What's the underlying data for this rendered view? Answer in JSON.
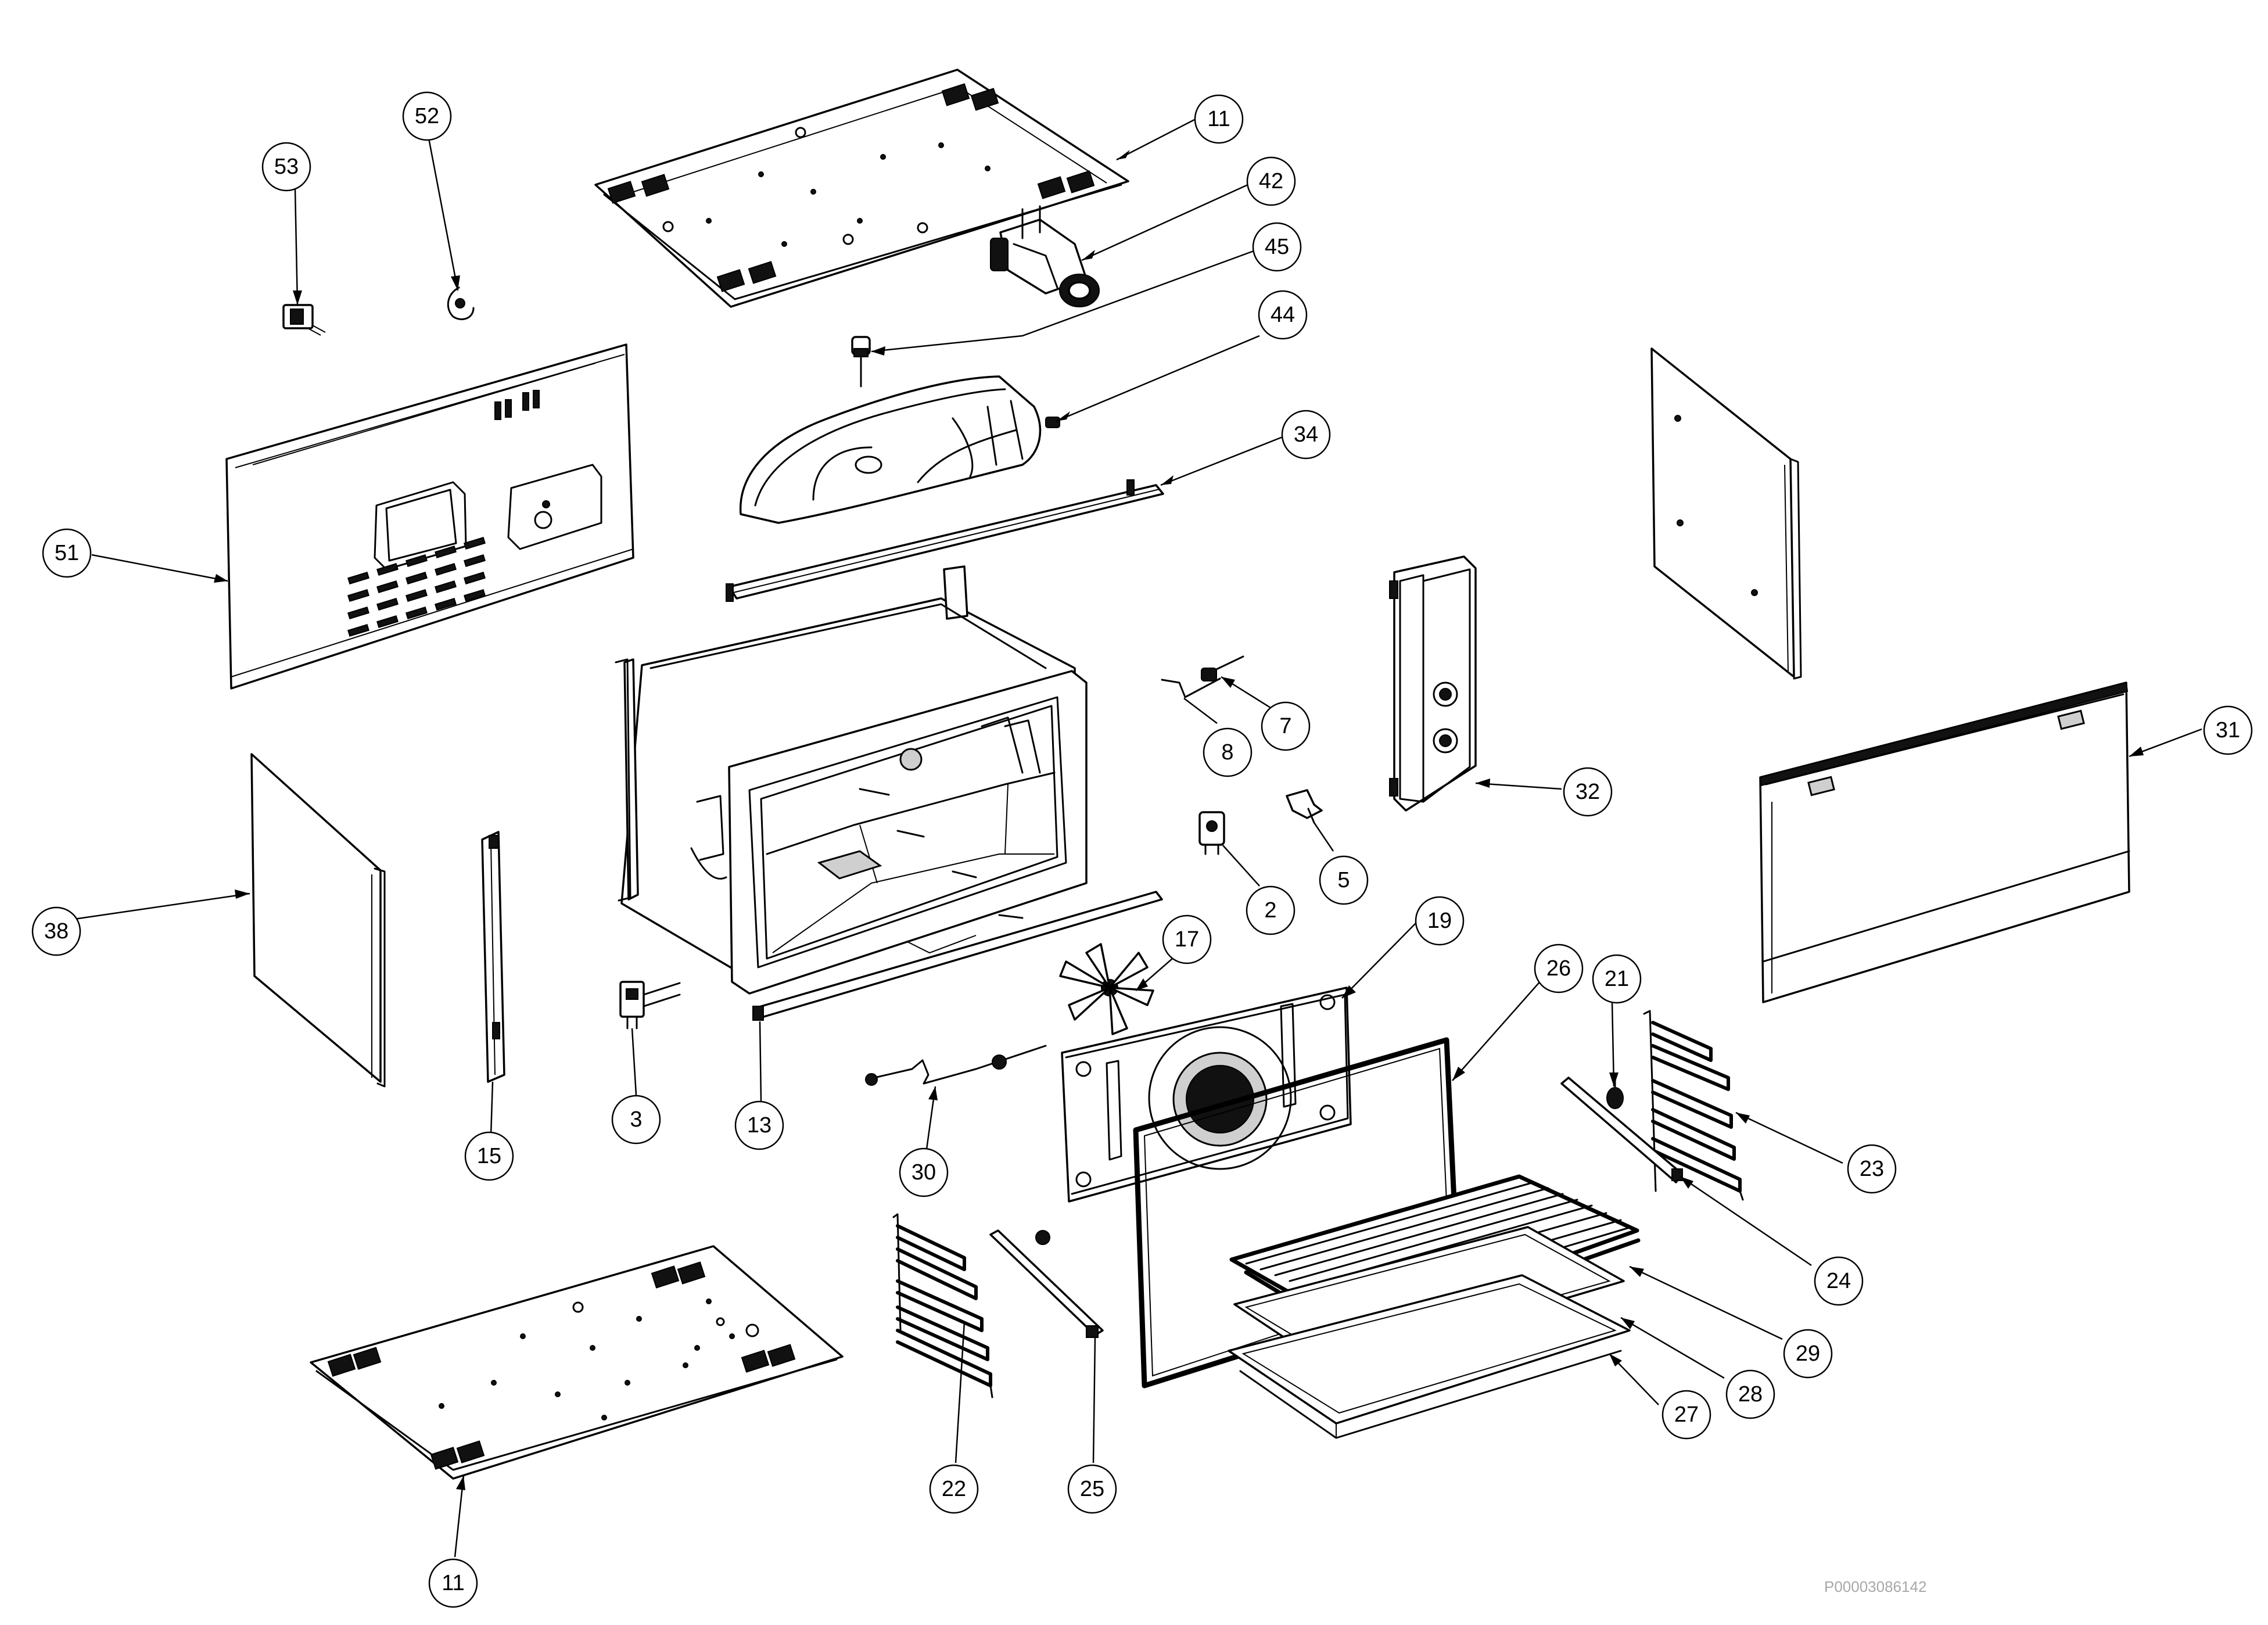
{
  "reference_code": "P00003086142",
  "callouts": [
    {
      "id": "c11a",
      "label": "11"
    },
    {
      "id": "c42",
      "label": "42"
    },
    {
      "id": "c45",
      "label": "45"
    },
    {
      "id": "c44",
      "label": "44"
    },
    {
      "id": "c34",
      "label": "34"
    },
    {
      "id": "c53",
      "label": "53"
    },
    {
      "id": "c52",
      "label": "52"
    },
    {
      "id": "c51",
      "label": "51"
    },
    {
      "id": "c38",
      "label": "38"
    },
    {
      "id": "c15",
      "label": "15"
    },
    {
      "id": "c3",
      "label": "3"
    },
    {
      "id": "c13",
      "label": "13"
    },
    {
      "id": "c17",
      "label": "17"
    },
    {
      "id": "c30",
      "label": "30"
    },
    {
      "id": "c8",
      "label": "8"
    },
    {
      "id": "c7",
      "label": "7"
    },
    {
      "id": "c2",
      "label": "2"
    },
    {
      "id": "c5",
      "label": "5"
    },
    {
      "id": "c32",
      "label": "32"
    },
    {
      "id": "c31",
      "label": "31"
    },
    {
      "id": "c19",
      "label": "19"
    },
    {
      "id": "c26",
      "label": "26"
    },
    {
      "id": "c21",
      "label": "21"
    },
    {
      "id": "c23",
      "label": "23"
    },
    {
      "id": "c24",
      "label": "24"
    },
    {
      "id": "c29",
      "label": "29"
    },
    {
      "id": "c28",
      "label": "28"
    },
    {
      "id": "c27",
      "label": "27"
    },
    {
      "id": "c22",
      "label": "22"
    },
    {
      "id": "c25",
      "label": "25"
    },
    {
      "id": "c11b",
      "label": "11"
    }
  ]
}
